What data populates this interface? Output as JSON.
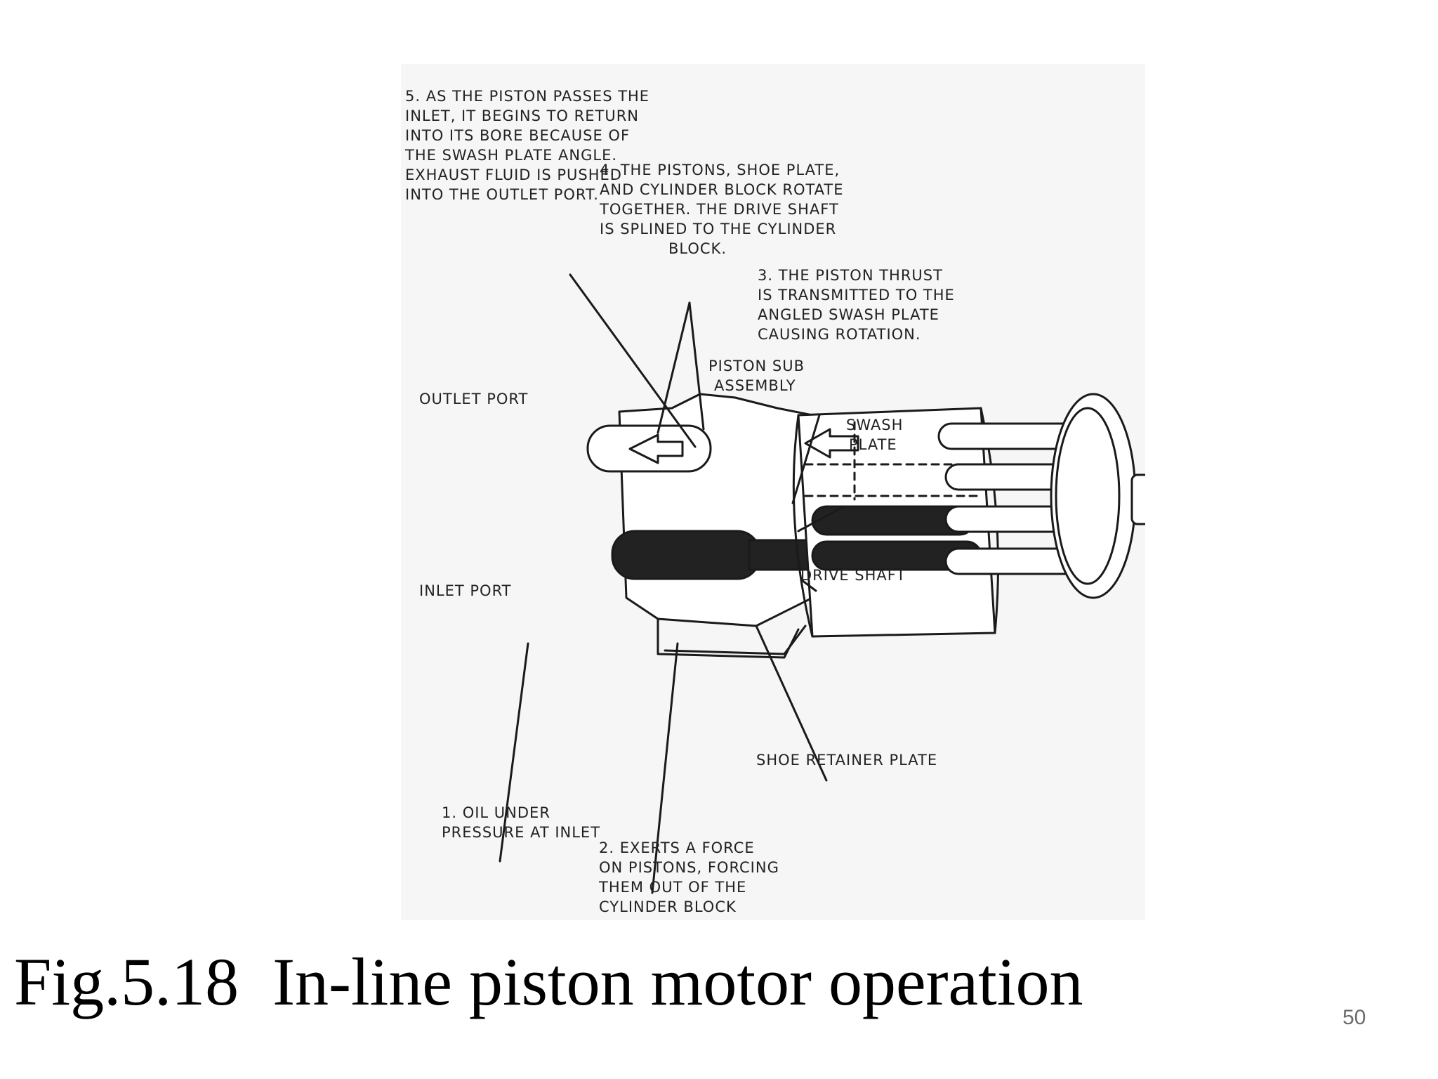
{
  "diagram": {
    "labels": {
      "step5": [
        "5.  AS THE PISTON PASSES THE",
        "INLET, IT BEGINS TO RETURN",
        "INTO ITS BORE BECAUSE OF",
        "THE SWASH PLATE ANGLE.",
        "EXHAUST FLUID IS PUSHED",
        "INTO THE OUTLET PORT."
      ],
      "step4": [
        "4.  THE PISTONS, SHOE PLATE,",
        "AND CYLINDER BLOCK ROTATE",
        "TOGETHER.  THE DRIVE SHAFT",
        "IS SPLINED TO THE CYLINDER",
        "BLOCK."
      ],
      "step3": [
        "3.  THE PISTON THRUST",
        "IS TRANSMITTED TO THE",
        "ANGLED SWASH PLATE",
        "CAUSING ROTATION."
      ],
      "piston_sub": [
        "PISTON SUB",
        "ASSEMBLY"
      ],
      "outlet_port": "OUTLET PORT",
      "swash_plate": [
        "SWASH",
        "PLATE"
      ],
      "inlet_port": "INLET PORT",
      "drive_shaft": "DRIVE SHAFT",
      "shoe_retainer": "SHOE RETAINER PLATE",
      "step1": [
        "1.  OIL UNDER",
        "PRESSURE AT INLET"
      ],
      "step2": [
        "2.  EXERTS A FORCE",
        "ON PISTONS, FORCING",
        "THEM OUT OF THE",
        "CYLINDER BLOCK"
      ]
    },
    "colors": {
      "ink": "#1a1a1a",
      "fluid": "#222222",
      "panel": "#f6f6f6"
    }
  },
  "caption": "Fig.5.18  In-line piston motor operation",
  "slide_number": "50"
}
